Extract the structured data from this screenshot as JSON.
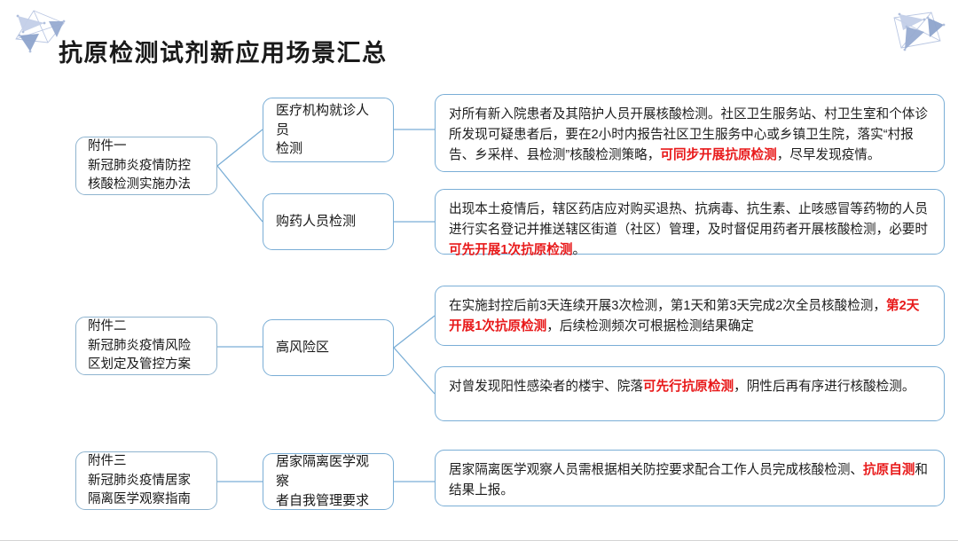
{
  "slide": {
    "title": "抗原检测试剂新应用场景汇总",
    "accent_color": "#7aaed6",
    "highlight_color": "#e8191a",
    "decoration_color": "#8ea4cc"
  },
  "left_column": [
    {
      "id": "attachment-1",
      "lines": [
        "附件一",
        "新冠肺炎疫情防控",
        "核酸检测实施办法"
      ],
      "text": "附件一\n新冠肺炎疫情防控\n核酸检测实施办法"
    },
    {
      "id": "attachment-2",
      "lines": [
        "附件二",
        "新冠肺炎疫情风险",
        "区划定及管控方案"
      ],
      "text": "附件二\n新冠肺炎疫情风险\n区划定及管控方案"
    },
    {
      "id": "attachment-3",
      "lines": [
        "附件三",
        "新冠肺炎疫情居家",
        "隔离医学观察指南"
      ],
      "text": "附件三\n新冠肺炎疫情居家\n隔离医学观察指南"
    }
  ],
  "middle_column": [
    {
      "id": "scenario-clinic",
      "text": "医疗机构就诊人员\n检测"
    },
    {
      "id": "scenario-pharmacy",
      "text": "购药人员检测"
    },
    {
      "id": "scenario-high-risk",
      "text": "高风险区"
    },
    {
      "id": "scenario-home-quarantine",
      "text": "居家隔离医学观察\n者自我管理要求"
    }
  ],
  "right_column": [
    {
      "id": "detail-clinic",
      "segments": [
        {
          "text": "对所有新入院患者及其陪护人员开展核酸检测。社区卫生服务站、村卫生室和个体诊所发现可疑患者后，要在2小时内报告社区卫生服务中心或乡镇卫生院，落实“村报告、乡采样、县检测”核酸检测策略，",
          "highlight": false
        },
        {
          "text": "可同步开展抗原检测",
          "highlight": true
        },
        {
          "text": "，尽早发现疫情。",
          "highlight": false
        }
      ]
    },
    {
      "id": "detail-pharmacy",
      "segments": [
        {
          "text": "出现本土疫情后，辖区药店应对购买退热、抗病毒、抗生素、止咳感冒等药物的人员进行实名登记并推送辖区街道（社区）管理，及时督促用药者开展核酸检测，必要时",
          "highlight": false
        },
        {
          "text": "可先开展1次抗原检测",
          "highlight": true
        },
        {
          "text": "。",
          "highlight": false
        }
      ]
    },
    {
      "id": "detail-high-risk-sealing",
      "segments": [
        {
          "text": "在实施封控后前3天连续开展3次检测，第1天和第3天完成2次全员核酸检测，",
          "highlight": false
        },
        {
          "text": "第2天开展1次抗原检测",
          "highlight": true
        },
        {
          "text": "，后续检测频次可根据检测结果确定",
          "highlight": false
        }
      ]
    },
    {
      "id": "detail-high-risk-building",
      "segments": [
        {
          "text": "对曾发现阳性感染者的楼宇、院落",
          "highlight": false
        },
        {
          "text": "可先行抗原检测",
          "highlight": true
        },
        {
          "text": "，阴性后再有序进行核酸检测。",
          "highlight": false
        }
      ]
    },
    {
      "id": "detail-home-quarantine",
      "segments": [
        {
          "text": "居家隔离医学观察人员需根据相关防控要求配合工作人员完成核酸检测、",
          "highlight": false
        },
        {
          "text": "抗原自测",
          "highlight": true
        },
        {
          "text": "和结果上报。",
          "highlight": false
        }
      ]
    }
  ]
}
